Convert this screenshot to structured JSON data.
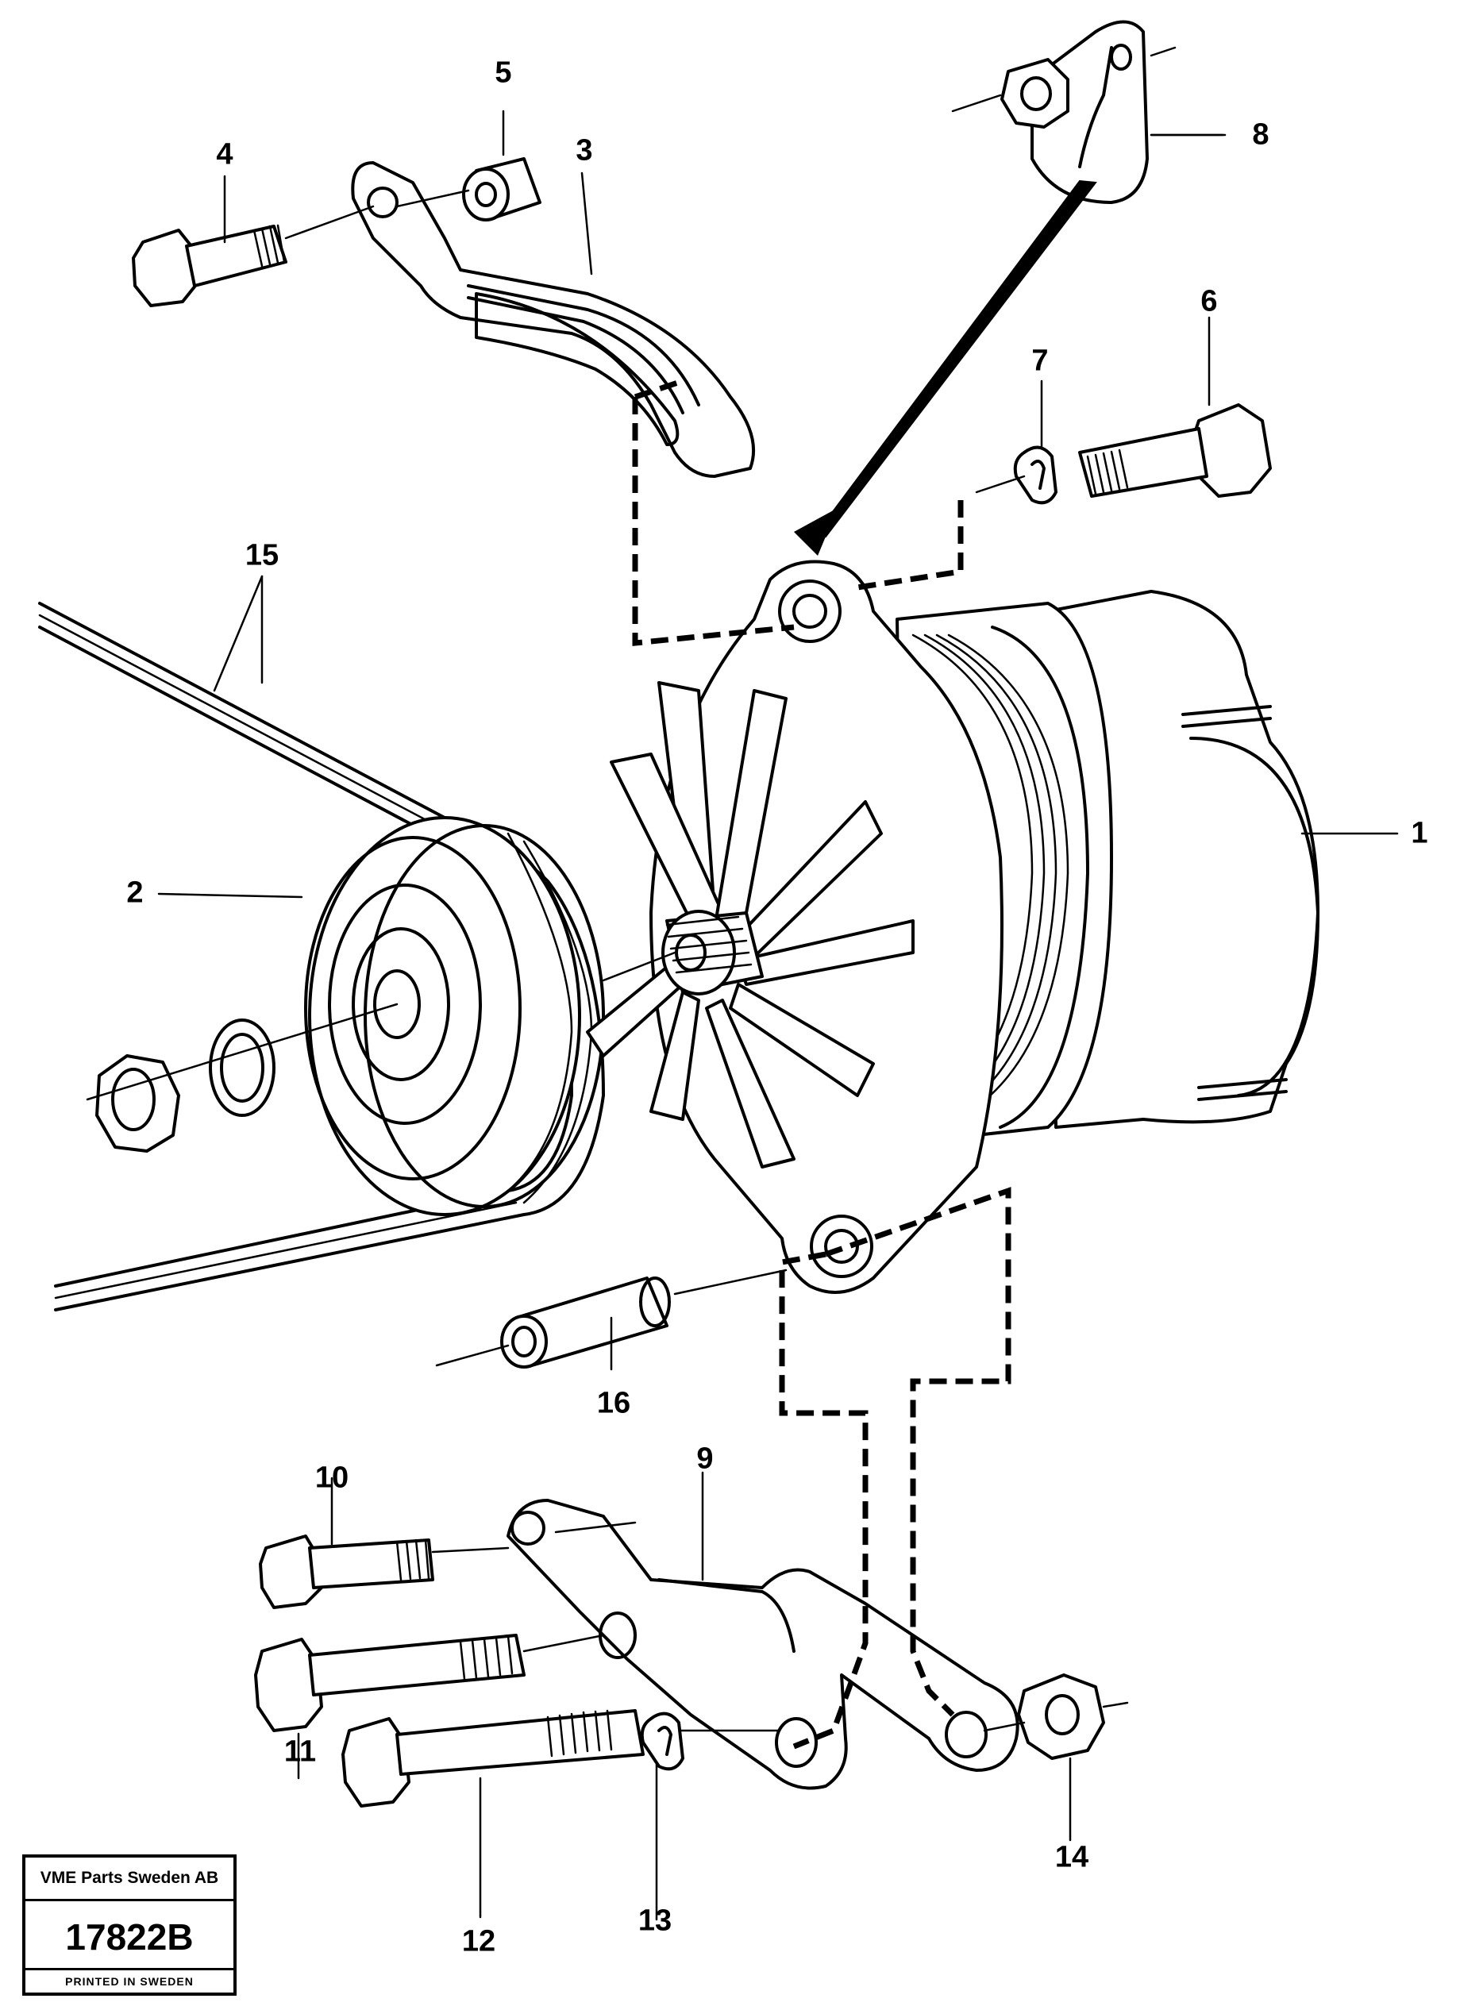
{
  "callouts": [
    {
      "id": "1",
      "label": "1"
    },
    {
      "id": "2",
      "label": "2"
    },
    {
      "id": "3",
      "label": "3"
    },
    {
      "id": "4",
      "label": "4"
    },
    {
      "id": "5",
      "label": "5"
    },
    {
      "id": "6",
      "label": "6"
    },
    {
      "id": "7",
      "label": "7"
    },
    {
      "id": "8",
      "label": "8"
    },
    {
      "id": "9",
      "label": "9"
    },
    {
      "id": "10",
      "label": "10"
    },
    {
      "id": "11",
      "label": "11"
    },
    {
      "id": "12",
      "label": "12"
    },
    {
      "id": "13",
      "label": "13"
    },
    {
      "id": "14",
      "label": "14"
    },
    {
      "id": "15",
      "label": "15"
    },
    {
      "id": "16",
      "label": "16"
    }
  ],
  "stamp": {
    "company": "VME Parts Sweden AB",
    "number": "17822B",
    "printed": "PRINTED IN SWEDEN"
  }
}
